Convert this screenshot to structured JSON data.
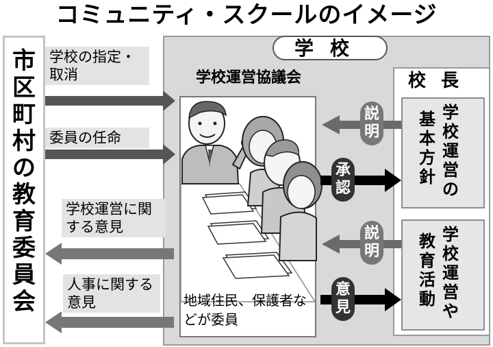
{
  "title": "コミュニティ・スクールのイメージ",
  "board": {
    "chars": [
      "市",
      "区",
      "町",
      "村",
      "の",
      "教",
      "育",
      "委",
      "員",
      "会"
    ]
  },
  "school": {
    "label": "学校"
  },
  "council": {
    "label": "学校運営協議会",
    "note": "地域住民、保護者などが委員"
  },
  "principal": {
    "label": "校長",
    "policy": [
      "学",
      "校",
      "運",
      "営",
      "の",
      "基",
      "本",
      "方",
      "針"
    ],
    "education": [
      "学",
      "校",
      "運",
      "営",
      "や",
      "教",
      "育",
      "活",
      "動"
    ]
  },
  "arrows_left": {
    "designation": "学校の指定・取消",
    "appointment": "委員の任命",
    "opinion_operation": "学校運営に関する意見",
    "opinion_personnel": "人事に関する意見"
  },
  "badges": {
    "explain1": [
      "説",
      "明"
    ],
    "approve": [
      "承",
      "認"
    ],
    "explain2": [
      "説",
      "明"
    ],
    "opinion": [
      "意",
      "見"
    ]
  },
  "colors": {
    "school_bg": "#d9d9d9",
    "arrow_dark": "#000000",
    "arrow_grey": "#666666",
    "label_bg": "#e3e3e3"
  }
}
